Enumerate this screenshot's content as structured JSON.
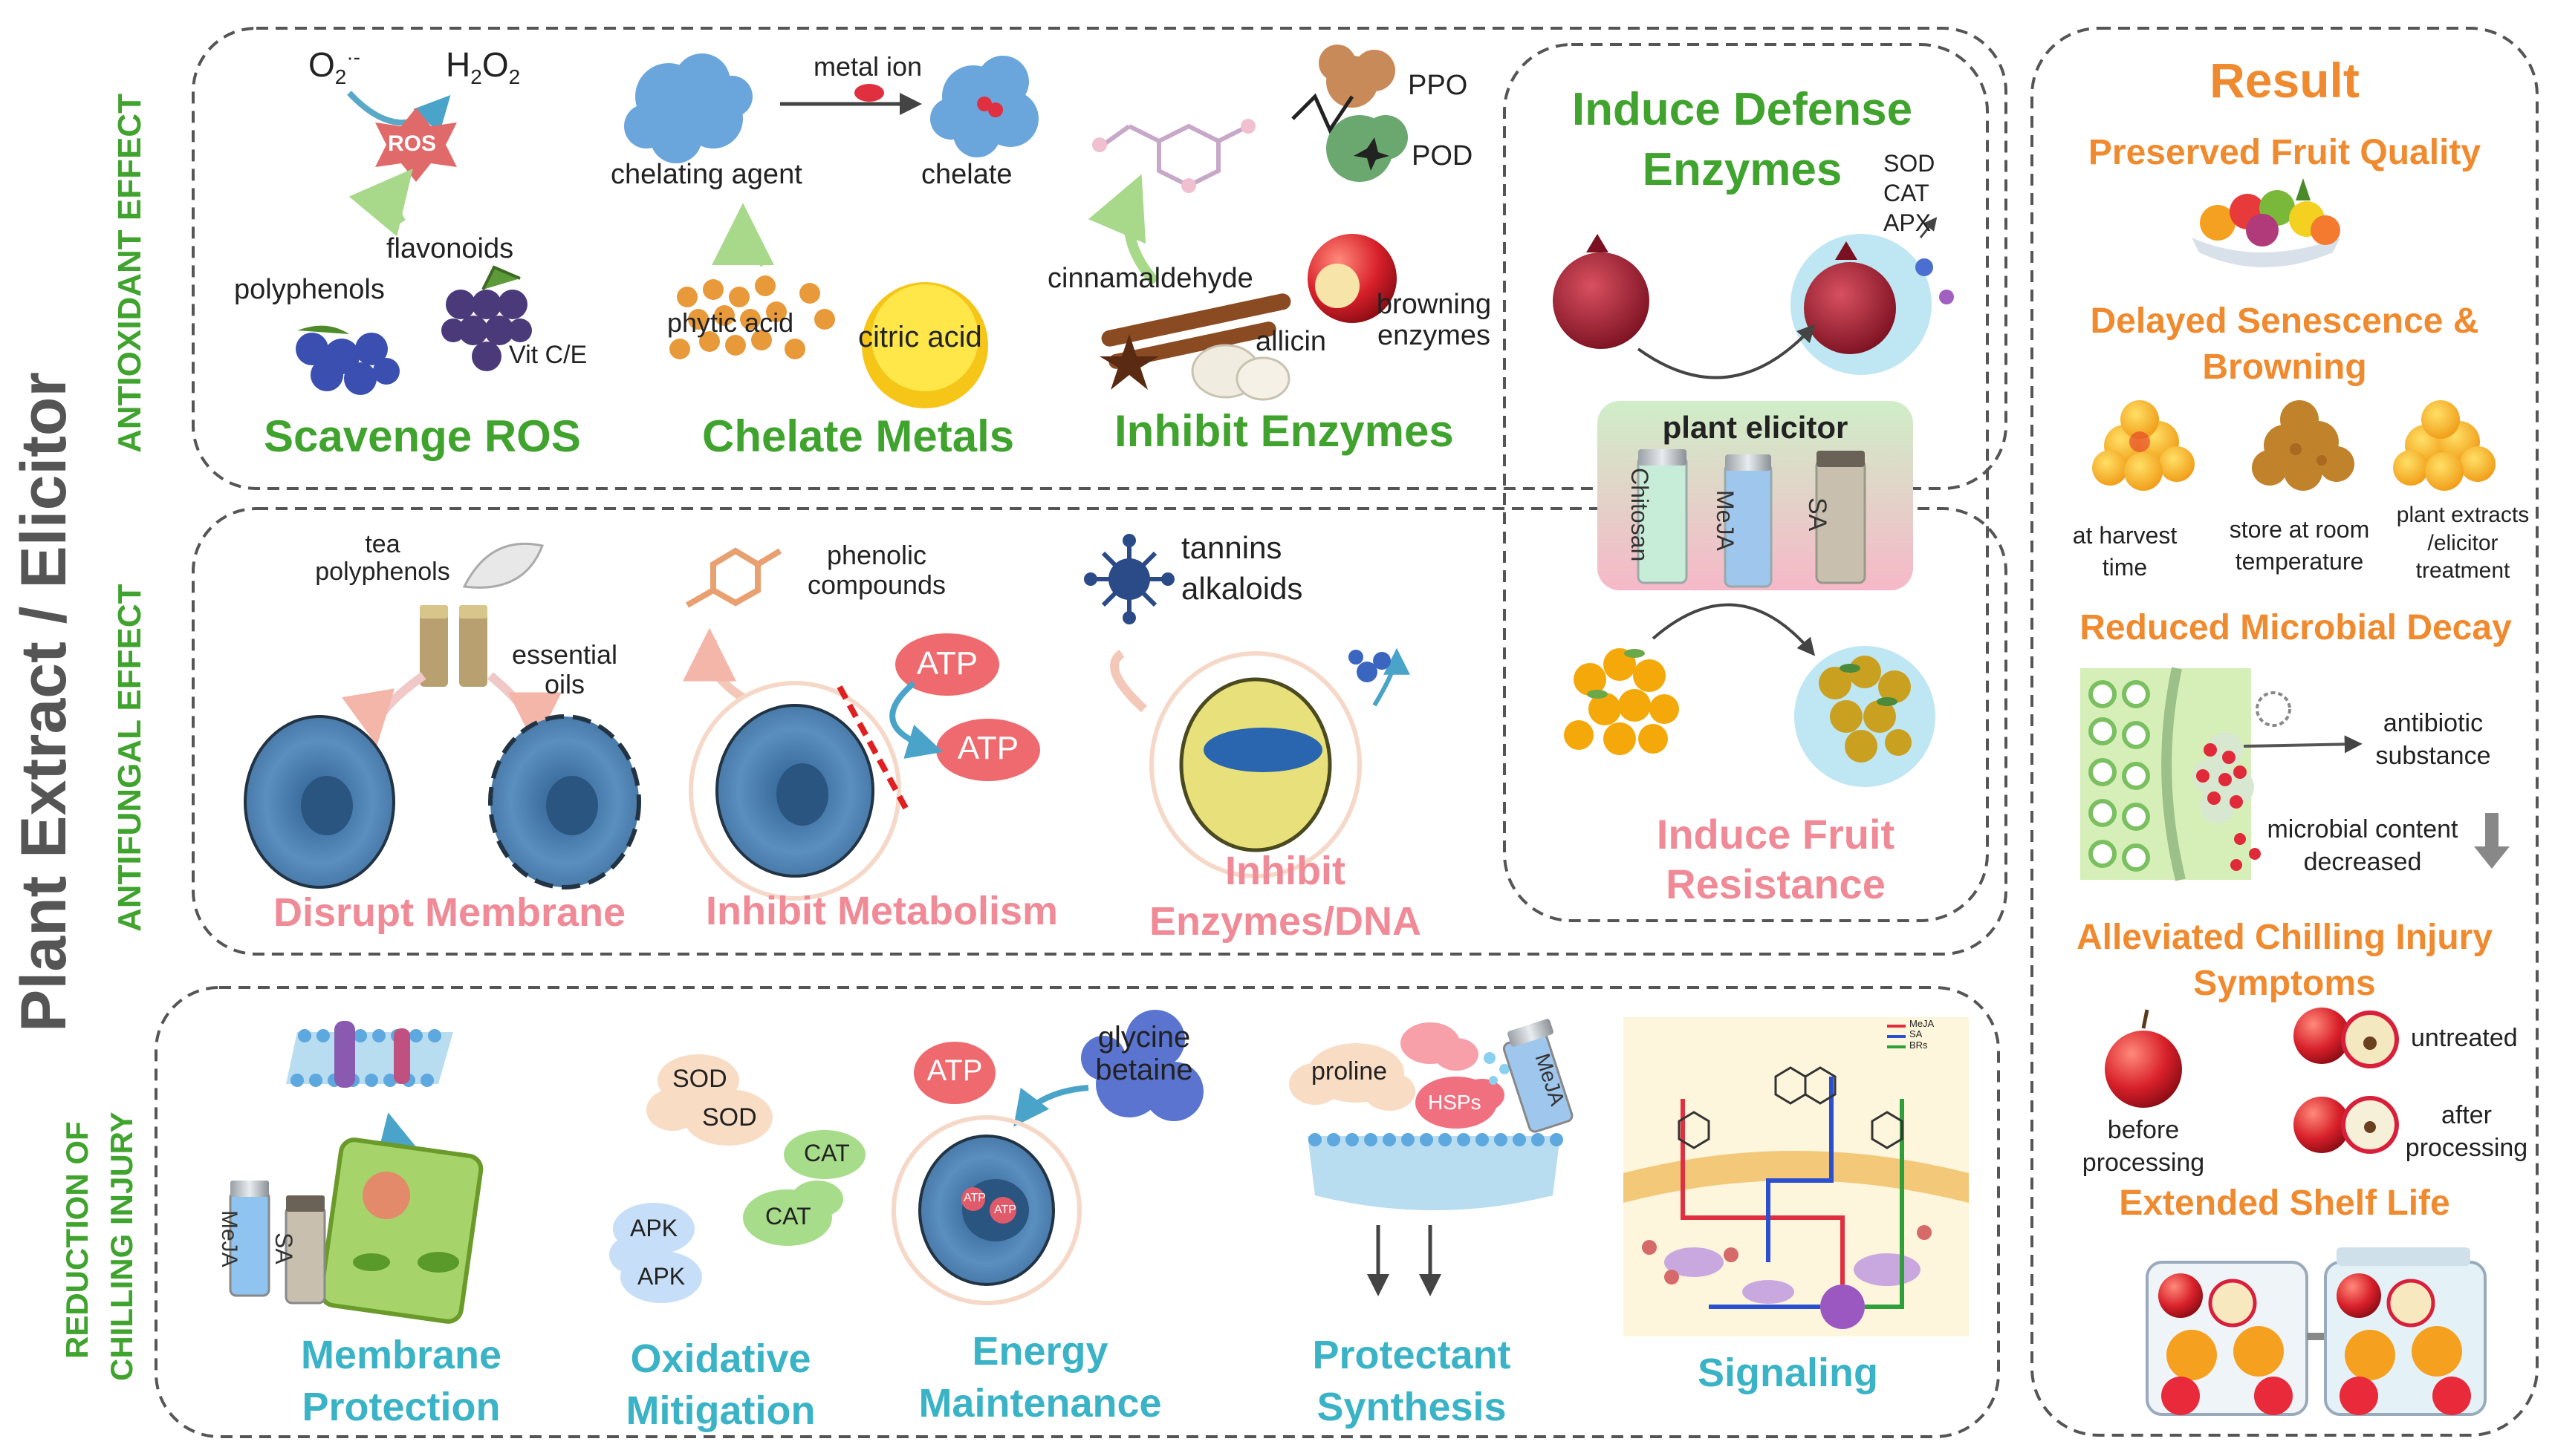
{
  "left_title": "Plant  Extract / Elicitor",
  "sections": {
    "antioxidant": "ANTIOXIDANT EFFECT",
    "antifungal": "ANTIFUNGAL EFFECT",
    "chilling": [
      "REDUCTION OF",
      "CHILLING INJURY"
    ]
  },
  "antioxidant": {
    "ros": {
      "o2": "O",
      "o2_sub": "2",
      "o2_sup": "·-",
      "h2": "H",
      "h2_sub1": "2",
      "h2_o": "O",
      "h2_sub2": "2",
      "ros_label": "ROS",
      "flavonoids": "flavonoids",
      "polyphenols": "polyphenols",
      "vit": "Vit C/E",
      "title": "Scavenge ROS"
    },
    "chelate": {
      "metal_ion": "metal ion",
      "agent": "chelating agent",
      "chelate": "chelate",
      "phytic": "phytic acid",
      "citric": "citric acid",
      "title": "Chelate Metals"
    },
    "enzymes": {
      "ppo": "PPO",
      "pod": "POD",
      "cinnamaldehyde": "cinnamaldehyde",
      "allicin": "allicin",
      "browning": [
        "browning",
        "enzymes"
      ],
      "title": "Inhibit Enzymes"
    }
  },
  "defense": {
    "title": [
      "Induce Defense",
      "Enzymes"
    ],
    "enzymes": [
      "SOD",
      "CAT",
      "APX"
    ],
    "elicitor_title": "plant elicitor",
    "vials": [
      "Chitosan",
      "MeJA",
      "SA"
    ],
    "bottom": [
      "Induce Fruit",
      "Resistance"
    ]
  },
  "antifungal": {
    "membrane": {
      "tea": [
        "tea",
        "polyphenols"
      ],
      "oils": [
        "essential",
        "oils"
      ],
      "title": "Disrupt Membrane"
    },
    "metabolism": {
      "phenolic": [
        "phenolic",
        "compounds"
      ],
      "atp1": "ATP",
      "atp2": "ATP",
      "title": "Inhibit Metabolism"
    },
    "dna": {
      "tannins": "tannins",
      "alkaloids": "alkaloids",
      "title": [
        "Inhibit",
        "Enzymes/DNA"
      ]
    }
  },
  "chilling": {
    "membrane": {
      "vials": [
        "MeJA",
        "SA"
      ],
      "title": [
        "Membrane",
        "Protection"
      ]
    },
    "oxidative": {
      "sod": [
        "SOD",
        "SOD"
      ],
      "cat": [
        "CAT",
        "CAT"
      ],
      "apk": [
        "APK",
        "APK"
      ],
      "title": [
        "Oxidative",
        "Mitigation"
      ]
    },
    "energy": {
      "atp": "ATP",
      "glycine": [
        "glycine",
        "betaine"
      ],
      "cell_atp": [
        "ATP",
        "ATP"
      ],
      "title": [
        "Energy",
        "Maintenance"
      ]
    },
    "protectant": {
      "proline": "proline",
      "hsps": "HSPs",
      "vial": "MeJA",
      "title": [
        "Protectant",
        "Synthesis"
      ]
    },
    "signaling": {
      "legend": [
        "MeJA",
        "SA",
        "BRs"
      ],
      "title": "Signaling"
    }
  },
  "result": {
    "title": "Result",
    "quality": "Preserved Fruit Quality",
    "senescence": [
      "Delayed Senescence &",
      "Browning"
    ],
    "senescence_labels": [
      [
        "at harvest",
        "time"
      ],
      [
        "store at room",
        "temperature"
      ],
      [
        "plant extracts",
        "/elicitor",
        "treatment"
      ]
    ],
    "microbial": "Reduced Microbial Decay",
    "antibiotic": [
      "antibiotic",
      "substance"
    ],
    "microbial_content": [
      "microbial content",
      "decreased"
    ],
    "chilling": [
      "Alleviated Chilling Injury",
      "Symptoms"
    ],
    "before": [
      "before",
      "processing"
    ],
    "untreated": "untreated",
    "after": [
      "after",
      "processing"
    ],
    "shelf": "Extended Shelf Life"
  },
  "colors": {
    "green": "#3fa32e",
    "pink": "#ef8a96",
    "teal": "#3ab3c6",
    "orange": "#ef8a2f",
    "cell_blue": "#4a78a8",
    "dash": "#555555"
  }
}
